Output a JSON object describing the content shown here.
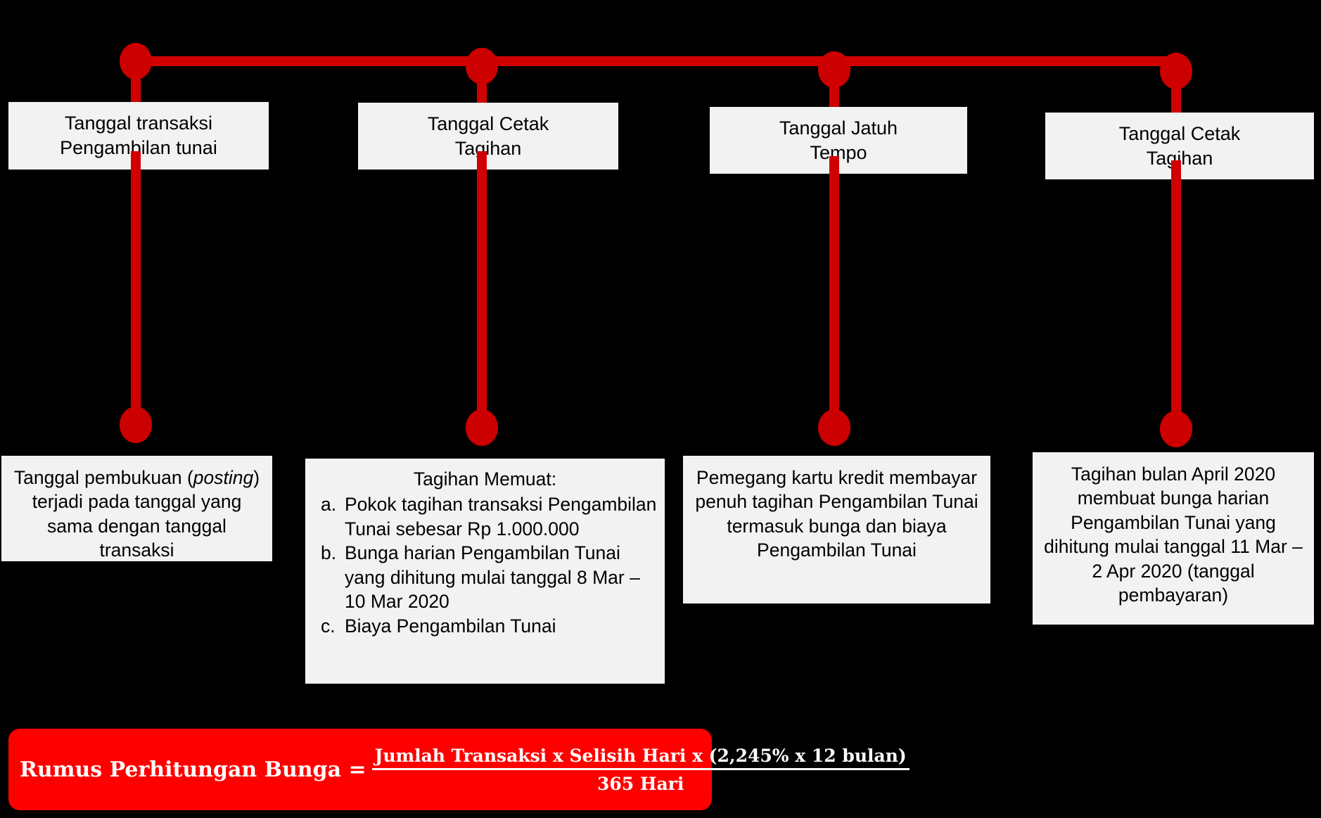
{
  "diagram": {
    "title": "Ilustrasi Perhitungan Bunga Pengambilan Tunai",
    "accent_color": "#CC0000",
    "line_color": "#D10000",
    "box_color": "#F2F2F2",
    "banner_color": "#FF0000",
    "background_color": "#000000"
  },
  "milestones": [
    {
      "label_line1": "Tanggal transaksi",
      "label_line2": "Pengambilan tunai"
    },
    {
      "label_line1": "Tanggal Cetak",
      "label_line2": "Tagihan"
    },
    {
      "label_line1": "Tanggal Jatuh",
      "label_line2": "Tempo"
    },
    {
      "label_line1": "Tanggal Cetak",
      "label_line2": "Tagihan"
    }
  ],
  "details": [
    {
      "text_before_italic": "Tanggal pembukuan (",
      "italic_word": "posting",
      "text_after_italic": ") terjadi pada tanggal yang sama dengan tanggal transaksi"
    },
    {
      "title": "Tagihan Memuat:",
      "items": [
        {
          "marker": "a.",
          "text": "Pokok tagihan transaksi Pengambilan Tunai sebesar Rp 1.000.000"
        },
        {
          "marker": "b.",
          "text": "Bunga harian Pengambilan Tunai yang dihitung mulai tanggal 8 Mar – 10 Mar 2020"
        },
        {
          "marker": "c.",
          "text": "Biaya Pengambilan Tunai"
        }
      ]
    },
    {
      "text": "Pemegang kartu kredit membayar penuh tagihan Pengambilan Tunai termasuk bunga dan biaya Pengambilan Tunai"
    },
    {
      "text": "Tagihan bulan April 2020 membuat bunga harian Pengambilan Tunai yang dihitung mulai tanggal 11 Mar – 2 Apr 2020 (tanggal pembayaran)"
    }
  ],
  "formula": {
    "label": "Rumus Perhitungan Bunga =",
    "numerator": "Jumlah Transaksi x Selisih Hari x (2,245% x 12 bulan)",
    "denominator": "365 Hari"
  }
}
